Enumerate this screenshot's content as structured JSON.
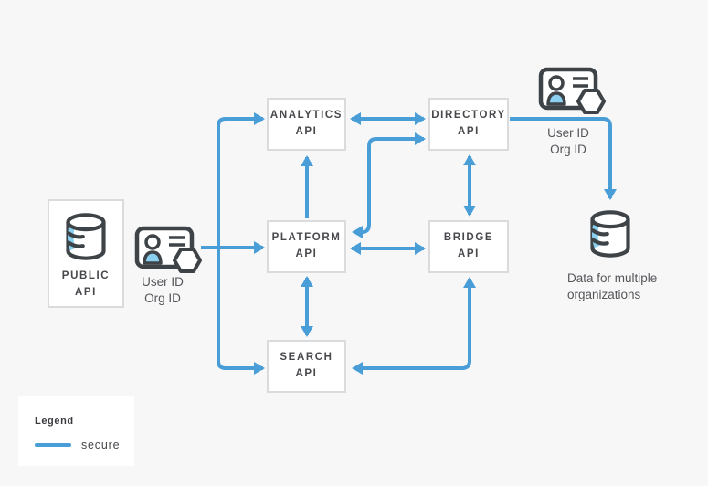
{
  "canvas": {
    "background": "#f7f7f8"
  },
  "colors": {
    "secure_line": "#4a9ed8",
    "icon_outline": "#3e4347",
    "icon_highlight": "#8bd0f0",
    "node_border": "#dadbdc",
    "node_fill": "#ffffff",
    "node_text": "#47484c",
    "caption_text": "#55565a"
  },
  "nodes": {
    "public": {
      "line1": "PUBLIC",
      "line2": "API"
    },
    "analytics": {
      "line1": "ANALYTICS",
      "line2": "API"
    },
    "directory": {
      "line1": "DIRECTORY",
      "line2": "API"
    },
    "platform": {
      "line1": "PLATFORM",
      "line2": "API"
    },
    "bridge": {
      "line1": "BRIDGE",
      "line2": "API"
    },
    "search": {
      "line1": "SEARCH",
      "line2": "API"
    }
  },
  "captions": {
    "left_credentials": {
      "line1": "User ID",
      "line2": "Org ID"
    },
    "right_credentials": {
      "line1": "User ID",
      "line2": "Org ID"
    },
    "multi_org": {
      "line1": "Data for multiple",
      "line2": "organizations"
    }
  },
  "legend": {
    "title": "Legend",
    "secure_label": "secure"
  },
  "edges": [
    {
      "from": "public-api",
      "to": "platform-api",
      "type": "secure",
      "direction": "one-way"
    },
    {
      "from": "public-api",
      "to": "analytics-api",
      "type": "secure",
      "direction": "one-way"
    },
    {
      "from": "public-api",
      "to": "search-api",
      "type": "secure",
      "direction": "one-way"
    },
    {
      "from": "analytics-api",
      "to": "directory-api",
      "type": "secure",
      "direction": "two-way"
    },
    {
      "from": "platform-api",
      "to": "analytics-api",
      "type": "secure",
      "direction": "one-way"
    },
    {
      "from": "platform-api",
      "to": "directory-api",
      "type": "secure",
      "direction": "two-way"
    },
    {
      "from": "platform-api",
      "to": "bridge-api",
      "type": "secure",
      "direction": "two-way"
    },
    {
      "from": "platform-api",
      "to": "search-api",
      "type": "secure",
      "direction": "two-way"
    },
    {
      "from": "directory-api",
      "to": "bridge-api",
      "type": "secure",
      "direction": "two-way"
    },
    {
      "from": "bridge-api",
      "to": "search-api",
      "type": "secure",
      "direction": "two-way"
    },
    {
      "from": "directory-api",
      "to": "multi-org-database",
      "type": "secure",
      "direction": "one-way"
    }
  ]
}
